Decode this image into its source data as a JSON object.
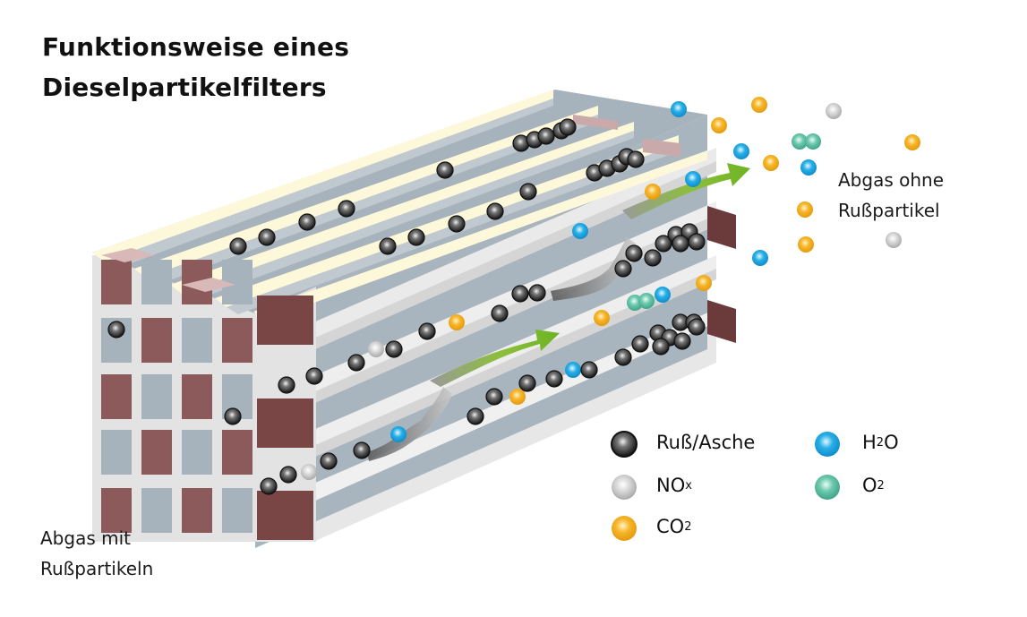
{
  "title": {
    "line1": "Funktionsweise eines",
    "line2": "Dieselpartikelfilters"
  },
  "inlet_label": {
    "line1": "Abgas mit",
    "line2": "Rußpartikeln"
  },
  "outlet_label": {
    "line1": "Abgas ohne",
    "line2": "Rußpartikel"
  },
  "legend": {
    "items": [
      {
        "key": "soot",
        "label": "Ruß/Asche",
        "sub": "",
        "color": "#2a2a2a"
      },
      {
        "key": "nox",
        "label": "NO",
        "sub": "x",
        "color": "#bdbdbd"
      },
      {
        "key": "co2",
        "label": "CO",
        "sub": "2",
        "color": "#f2aa1c"
      },
      {
        "key": "h2o",
        "label": "H",
        "sub": "2",
        "suffix": "O",
        "color": "#1aa3e0"
      },
      {
        "key": "o2",
        "label": "O",
        "sub": "2",
        "color": "#5fbfa4"
      }
    ]
  },
  "colors": {
    "plug": "#8c5a5a",
    "plug_top": "#d9b8b8",
    "wall_side": "#a7b3bc",
    "wall_light": "#e4e4e4",
    "wall_top": "#fdf8d9",
    "flow_arrow": "#7dbb2e"
  }
}
